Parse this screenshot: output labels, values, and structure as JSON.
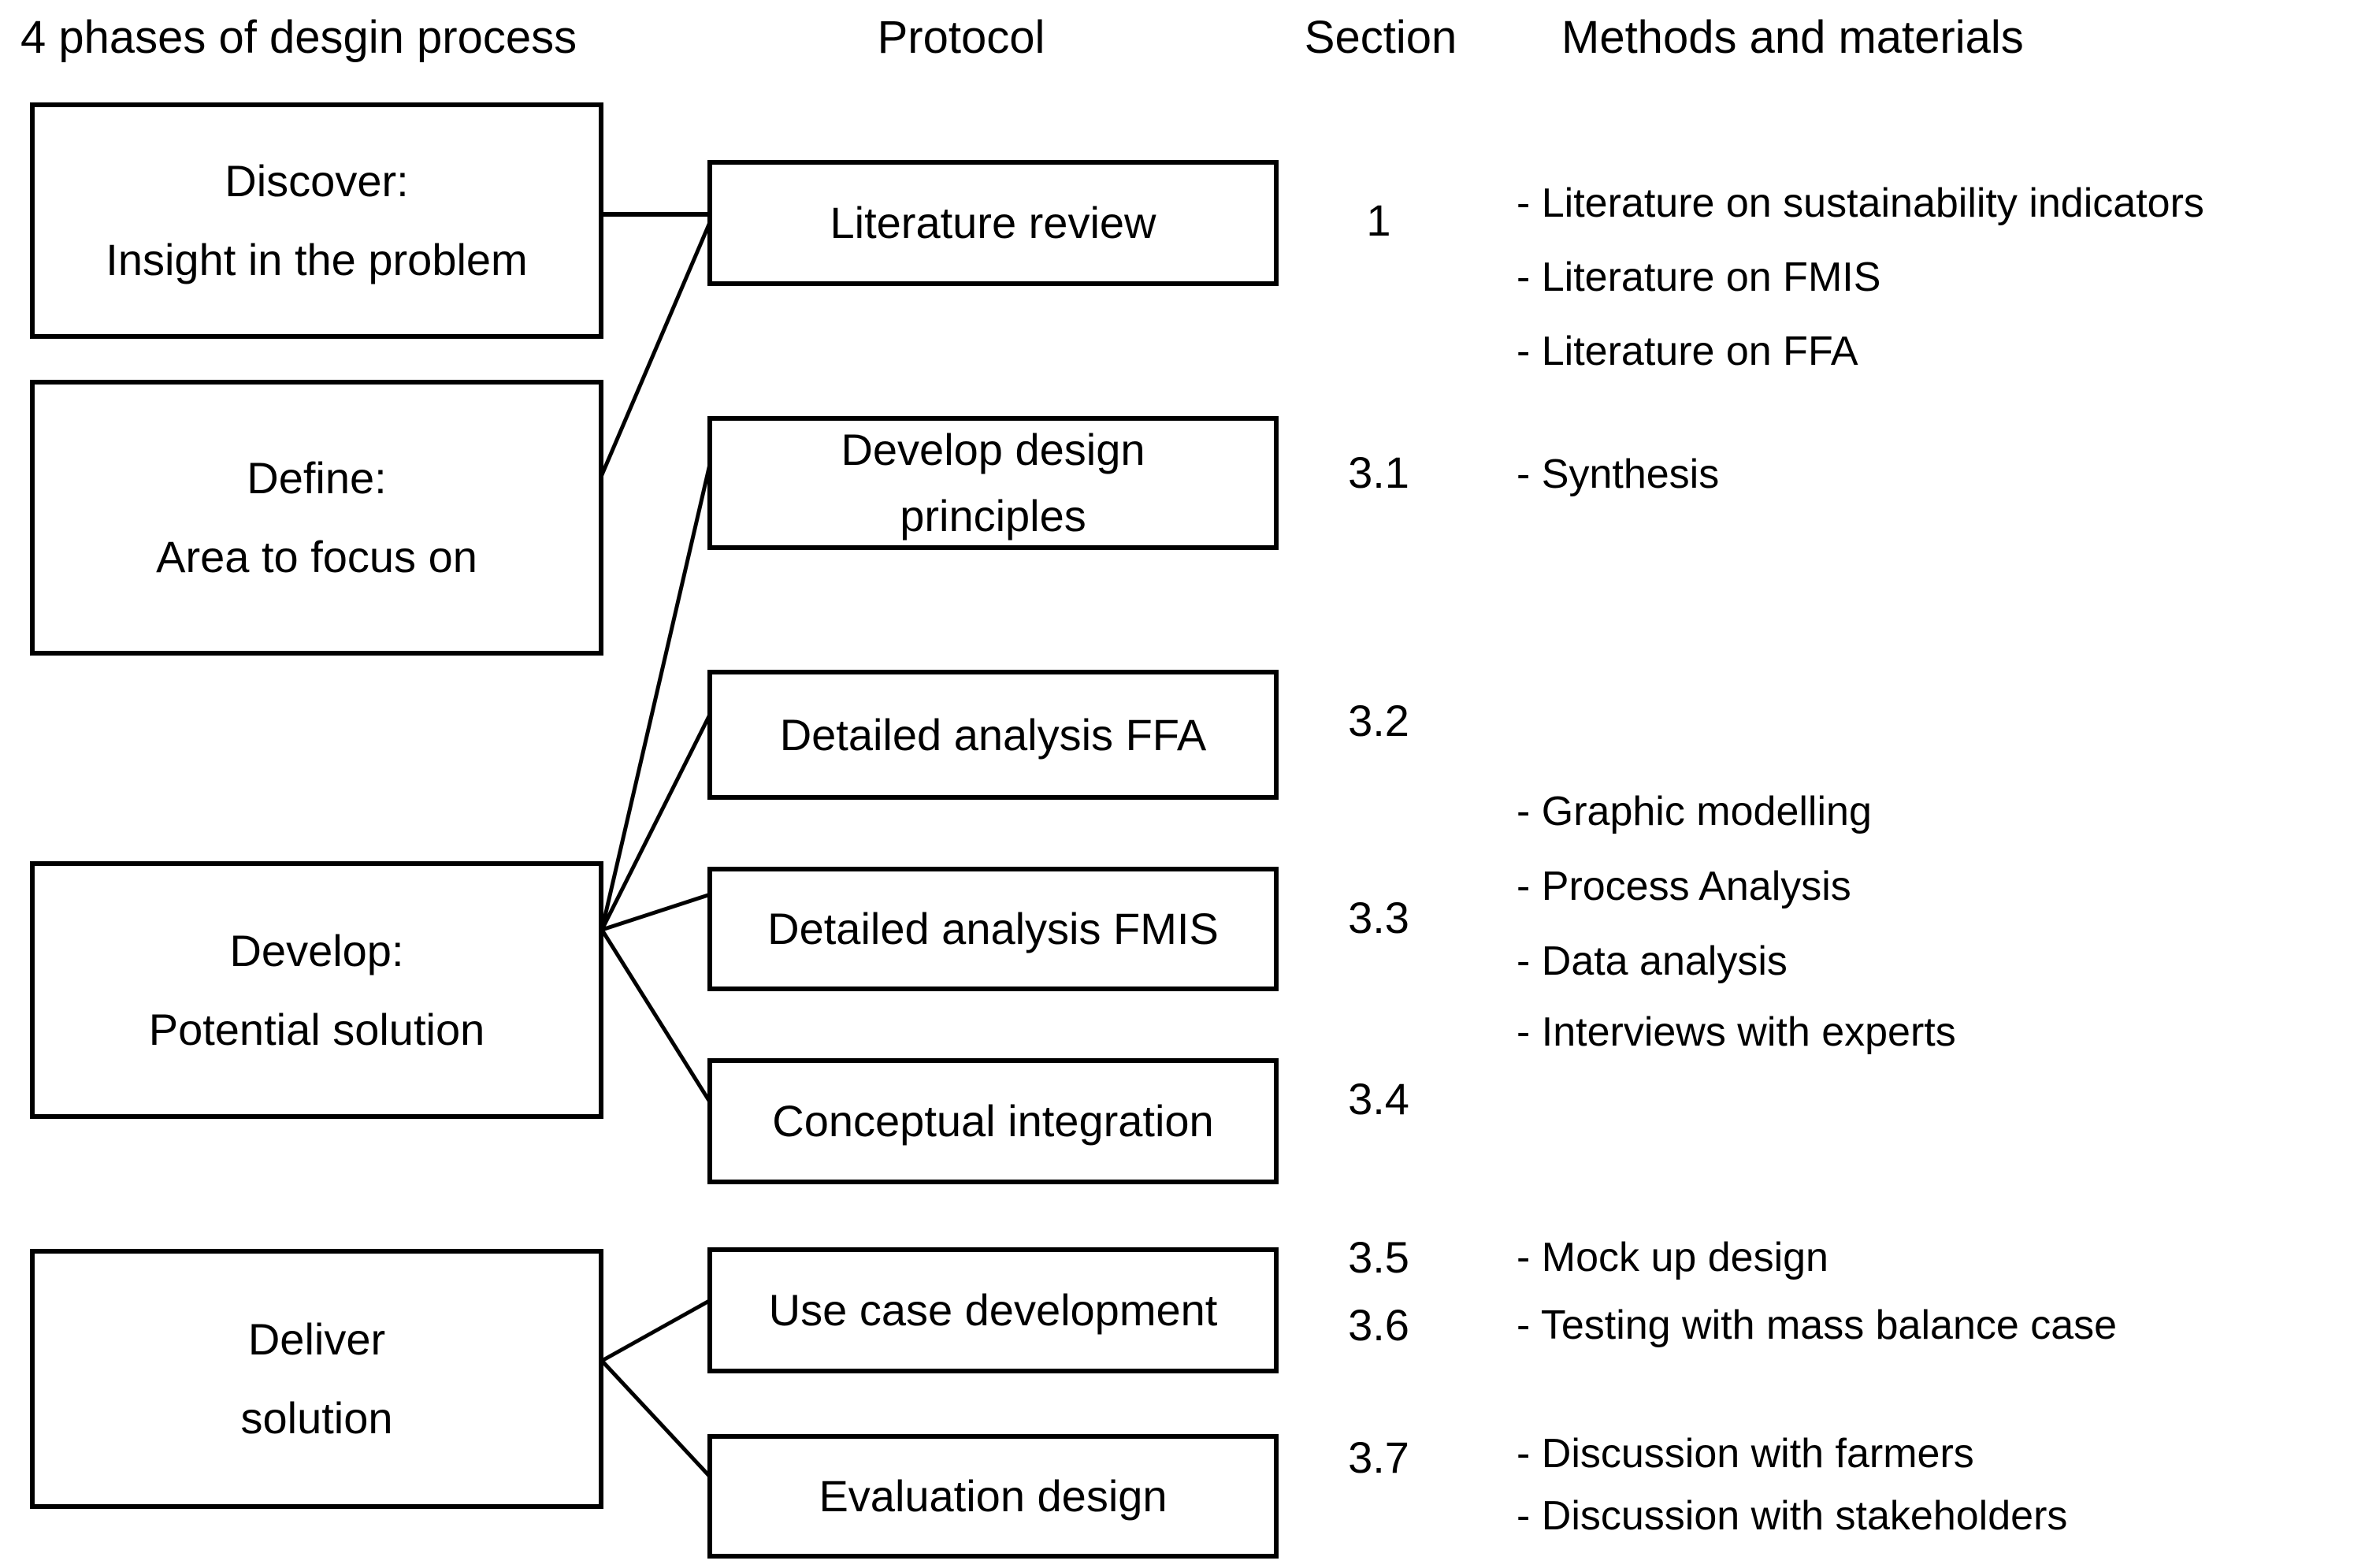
{
  "headers": {
    "phases": "4 phases of desgin process",
    "protocol": "Protocol",
    "section": "Section",
    "methods": "Methods and materials"
  },
  "phases": [
    {
      "line1": "Discover:",
      "line2": "Insight in the problem"
    },
    {
      "line1": "Define:",
      "line2": "Area to focus on"
    },
    {
      "line1": "Develop:",
      "line2": "Potential solution"
    },
    {
      "line1": "Deliver",
      "line2": "solution"
    }
  ],
  "protocols": [
    {
      "label": "Literature review"
    },
    {
      "label": "Develop design principles"
    },
    {
      "label": "Detailed analysis FFA"
    },
    {
      "label": "Detailed analysis FMIS"
    },
    {
      "label": "Conceptual integration"
    },
    {
      "label": "Use case development"
    },
    {
      "label": "Evaluation design"
    }
  ],
  "sections": [
    {
      "label": "1"
    },
    {
      "label": "3.1"
    },
    {
      "label": "3.2"
    },
    {
      "label": "3.3"
    },
    {
      "label": "3.4"
    },
    {
      "label": "3.5"
    },
    {
      "label": "3.6"
    },
    {
      "label": "3.7"
    }
  ],
  "methods": [
    {
      "label": "- Literature on sustainability indicators"
    },
    {
      "label": "- Literature on FMIS"
    },
    {
      "label": "- Literature on FFA"
    },
    {
      "label": "- Synthesis"
    },
    {
      "label": "- Graphic modelling"
    },
    {
      "label": "- Process Analysis"
    },
    {
      "label": "- Data analysis"
    },
    {
      "label": "- Interviews with experts"
    },
    {
      "label": "- Mock up design"
    },
    {
      "label": "- Testing with mass balance case"
    },
    {
      "label": "- Discussion with farmers"
    },
    {
      "label": "- Discussion with stakeholders"
    }
  ],
  "colors": {
    "ink": "#000000",
    "background": "#ffffff"
  }
}
